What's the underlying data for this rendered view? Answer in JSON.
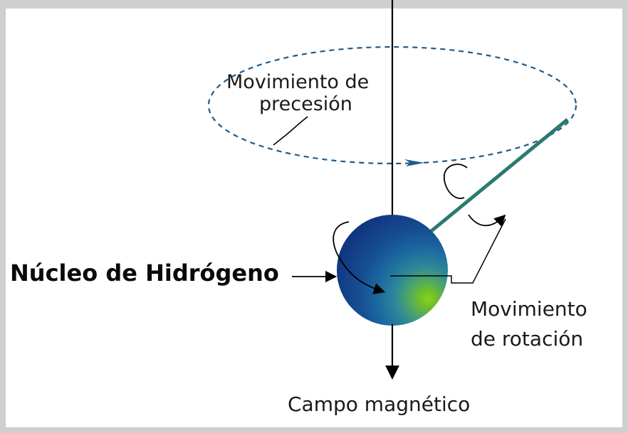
{
  "labels": {
    "precession": [
      "Movimiento de",
      "precesión"
    ],
    "nucleus": "Núcleo de Hidrógeno",
    "rotation": [
      "Movimiento",
      "de rotación"
    ],
    "magnetic_field": "Campo magnético"
  },
  "colors": {
    "background": "#ffffff",
    "texture": "#cfcfcf",
    "precession_orbit": "#1f5a8a",
    "spin_axis": "#2a7a70",
    "nucleus_outer": "#0e2a78",
    "nucleus_center": "#8ad21e",
    "lines": "#000000"
  }
}
